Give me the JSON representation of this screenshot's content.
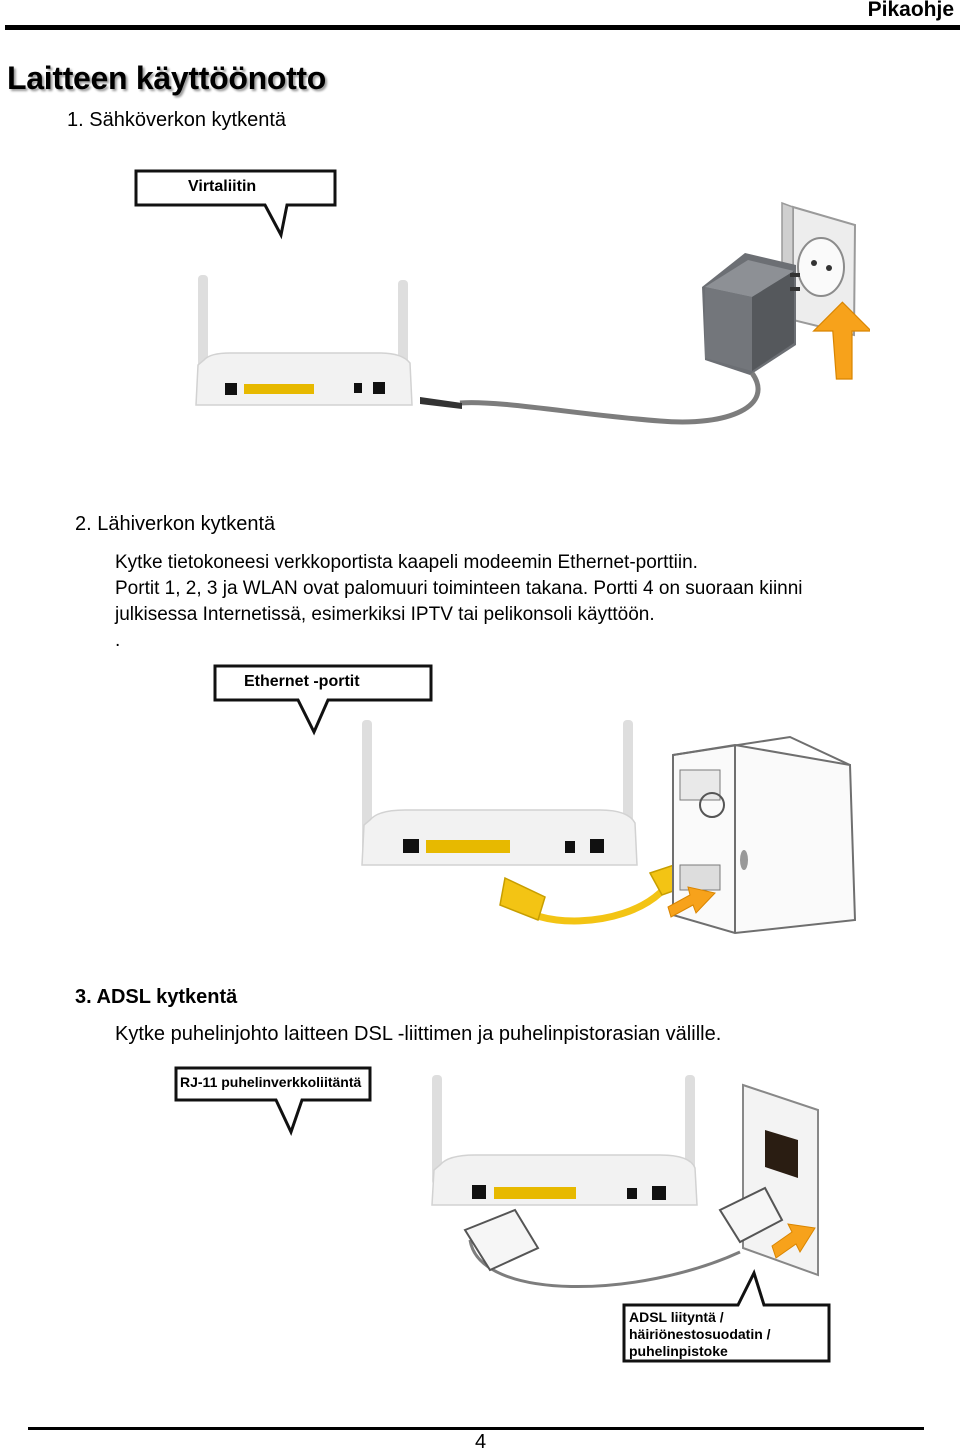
{
  "header": {
    "label": "Pikaohje"
  },
  "title": "Laitteen käyttöönotto",
  "section1": {
    "heading": "1.  Sähköverkon kytkentä",
    "callout": "Virtaliitin"
  },
  "section2": {
    "heading": "2.  Lähiverkon kytkentä",
    "paragraph": [
      "Kytke tietokoneesi verkkoportista kaapeli modeemin Ethernet-porttiin.",
      "Portit 1, 2, 3 ja WLAN ovat palomuuri toiminteen takana. Portti 4 on suoraan kiinni",
      "julkisessa Internetissä, esimerkiksi IPTV tai pelikonsoli käyttöön.",
      "."
    ],
    "callout": "Ethernet -portit"
  },
  "section3": {
    "heading": "3.  ADSL kytkentä",
    "paragraph": "Kytke puhelinjohto laitteen DSL -liittimen ja puhelinpistorasian välille.",
    "callout": "RJ-11 puhelinverkkoliitäntä",
    "callout2": [
      "ADSL liityntä /",
      "häiriönestosuodatin /",
      "puhelinpistoke"
    ]
  },
  "footer": {
    "page_number": "4"
  },
  "colors": {
    "arrow": "#f7a21b",
    "cable_yellow": "#f3c414",
    "router_body": "#f2f2f2",
    "port_yellow": "#e7b900"
  }
}
